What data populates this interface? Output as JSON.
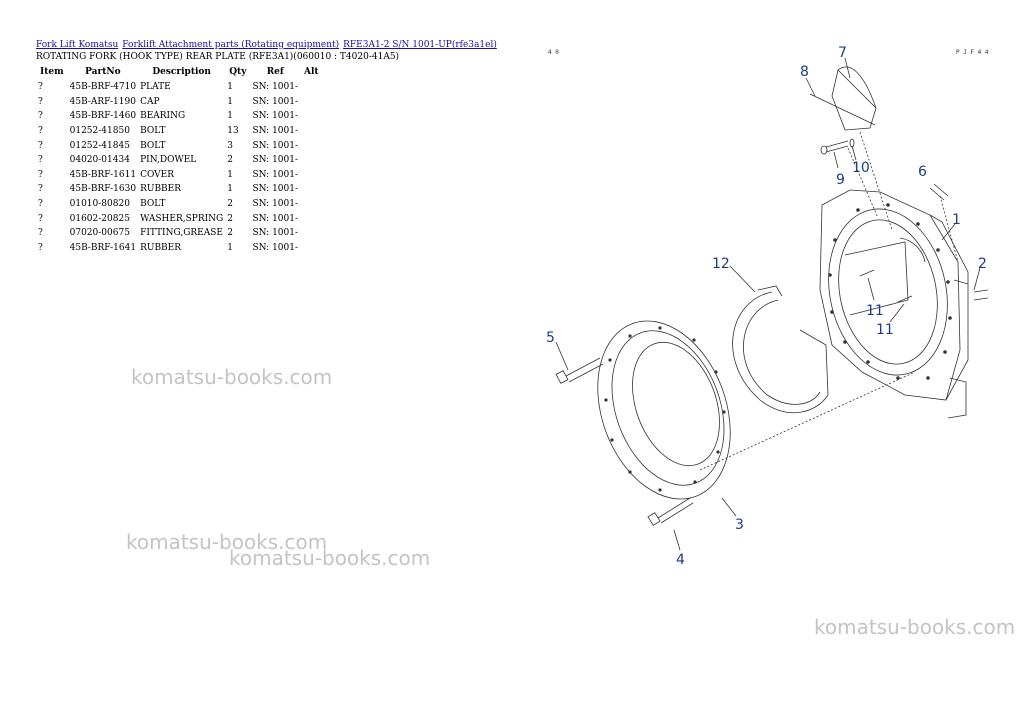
{
  "breadcrumb": {
    "link1": "Fork Lift Komatsu",
    "link2": "Forklift Attachment parts (Rotating equipment)",
    "link3": "RFE3A1-2 S/N 1001-UP(rfe3a1el)"
  },
  "page_title": "ROTATING FORK (HOOK TYPE) REAR PLATE (RFE3A1)(060010 : T4020-41A5)",
  "table": {
    "headers": [
      "Item",
      "PartNo",
      "Description",
      "Qty",
      "Ref",
      "Alt"
    ],
    "rows": [
      {
        "item": "?",
        "part": "45B-BRF-4710",
        "desc": "PLATE",
        "qty": "1",
        "ref": "SN: 1001-",
        "alt": ""
      },
      {
        "item": "?",
        "part": "45B-ARF-1190",
        "desc": "CAP",
        "qty": "1",
        "ref": "SN: 1001-",
        "alt": ""
      },
      {
        "item": "?",
        "part": "45B-BRF-1460",
        "desc": "BEARING",
        "qty": "1",
        "ref": "SN: 1001-",
        "alt": ""
      },
      {
        "item": "?",
        "part": "01252-41850",
        "desc": "BOLT",
        "qty": "13",
        "ref": "SN: 1001-",
        "alt": ""
      },
      {
        "item": "?",
        "part": "01252-41845",
        "desc": "BOLT",
        "qty": "3",
        "ref": "SN: 1001-",
        "alt": ""
      },
      {
        "item": "?",
        "part": "04020-01434",
        "desc": "PIN,DOWEL",
        "qty": "2",
        "ref": "SN: 1001-",
        "alt": ""
      },
      {
        "item": "?",
        "part": "45B-BRF-1611",
        "desc": "COVER",
        "qty": "1",
        "ref": "SN: 1001-",
        "alt": ""
      },
      {
        "item": "?",
        "part": "45B-BRF-1630",
        "desc": "RUBBER",
        "qty": "1",
        "ref": "SN: 1001-",
        "alt": ""
      },
      {
        "item": "?",
        "part": "01010-80820",
        "desc": "BOLT",
        "qty": "2",
        "ref": "SN: 1001-",
        "alt": ""
      },
      {
        "item": "?",
        "part": "01602-20825",
        "desc": "WASHER,SPRING",
        "qty": "2",
        "ref": "SN: 1001-",
        "alt": ""
      },
      {
        "item": "?",
        "part": "07020-00675",
        "desc": "FITTING,GREASE",
        "qty": "2",
        "ref": "SN: 1001-",
        "alt": ""
      },
      {
        "item": "?",
        "part": "45B-BRF-1641",
        "desc": "RUBBER",
        "qty": "1",
        "ref": "SN: 1001-",
        "alt": ""
      }
    ]
  },
  "watermark": "komatsu-books.com",
  "diagram": {
    "corner_left": "4 0",
    "corner_right": "P J F 4 4",
    "callouts": [
      "1",
      "2",
      "3",
      "4",
      "5",
      "6",
      "7",
      "8",
      "9",
      "10",
      "11",
      "11",
      "12"
    ]
  }
}
